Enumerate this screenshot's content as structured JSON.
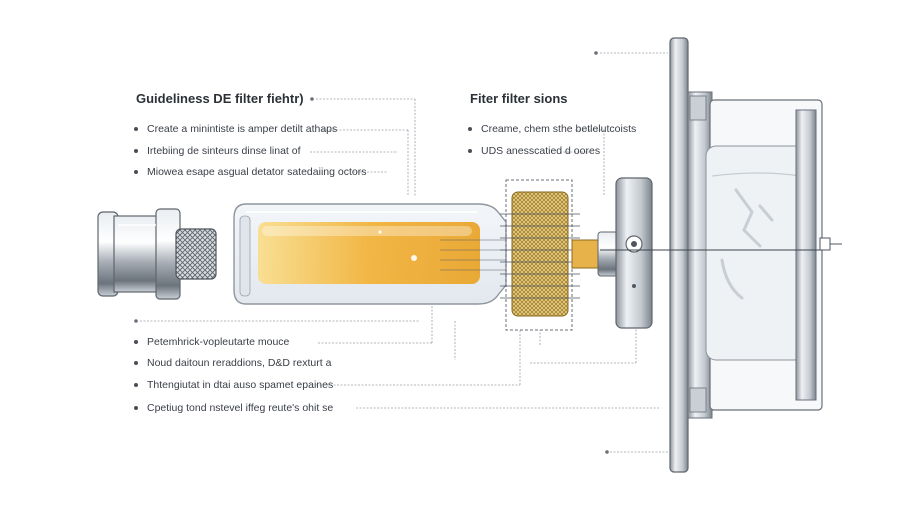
{
  "left_column": {
    "heading": "Guideliness DE filter fiehtr)",
    "notes": [
      "Create a minintiste is amper detilt athaps",
      "Irtebiing de sinteurs dinse linat of",
      "Miowea esape asgual detator satedaiing octors"
    ]
  },
  "right_column": {
    "heading": "Fiter filter sions",
    "notes": [
      "Creame, chem sthe betlelutcoists",
      "UDS anesscatied d oores"
    ]
  },
  "bottom_column": {
    "notes": [
      "Petemhrick-vopleutarte mouce",
      "Noud daitoun reraddions, D&D rexturt a",
      "Thtengiutat in dtai auso spamet epaines",
      "Cpetiug tond nstevel iffeg reute's ohit se"
    ]
  },
  "colors": {
    "liquid": "#f2b33c",
    "liquid_light": "#f9de8e",
    "metal": "#9aa2ab",
    "mesh": "#b99232",
    "leader": "#9aa0a6"
  }
}
